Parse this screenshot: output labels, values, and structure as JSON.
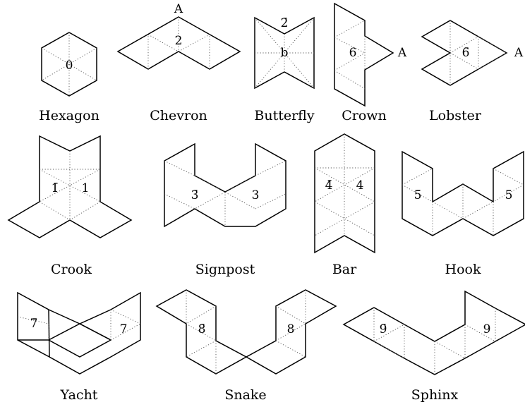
{
  "pieces": [
    {
      "name": "Hexagon",
      "marks": [
        "0"
      ]
    },
    {
      "name": "Chevron",
      "marks": [
        "2"
      ],
      "tag": "A"
    },
    {
      "name": "Butterfly",
      "marks": [
        "b",
        "2̄"
      ]
    },
    {
      "name": "Crown",
      "marks": [
        "6"
      ],
      "tag": "A"
    },
    {
      "name": "Lobster",
      "marks": [
        "6̄"
      ],
      "tag": "A"
    },
    {
      "name": "Crook",
      "marks": [
        "1̄",
        "1"
      ]
    },
    {
      "name": "Signpost",
      "marks": [
        "3̄",
        "3"
      ]
    },
    {
      "name": "Bar",
      "marks": [
        "4̄",
        "4"
      ]
    },
    {
      "name": "Hook",
      "marks": [
        "5̄",
        "5"
      ]
    },
    {
      "name": "Yacht",
      "marks": [
        "7̄",
        "7"
      ]
    },
    {
      "name": "Snake",
      "marks": [
        "8̄",
        "8"
      ]
    },
    {
      "name": "Sphinx",
      "marks": [
        "9̄",
        "9"
      ]
    }
  ]
}
